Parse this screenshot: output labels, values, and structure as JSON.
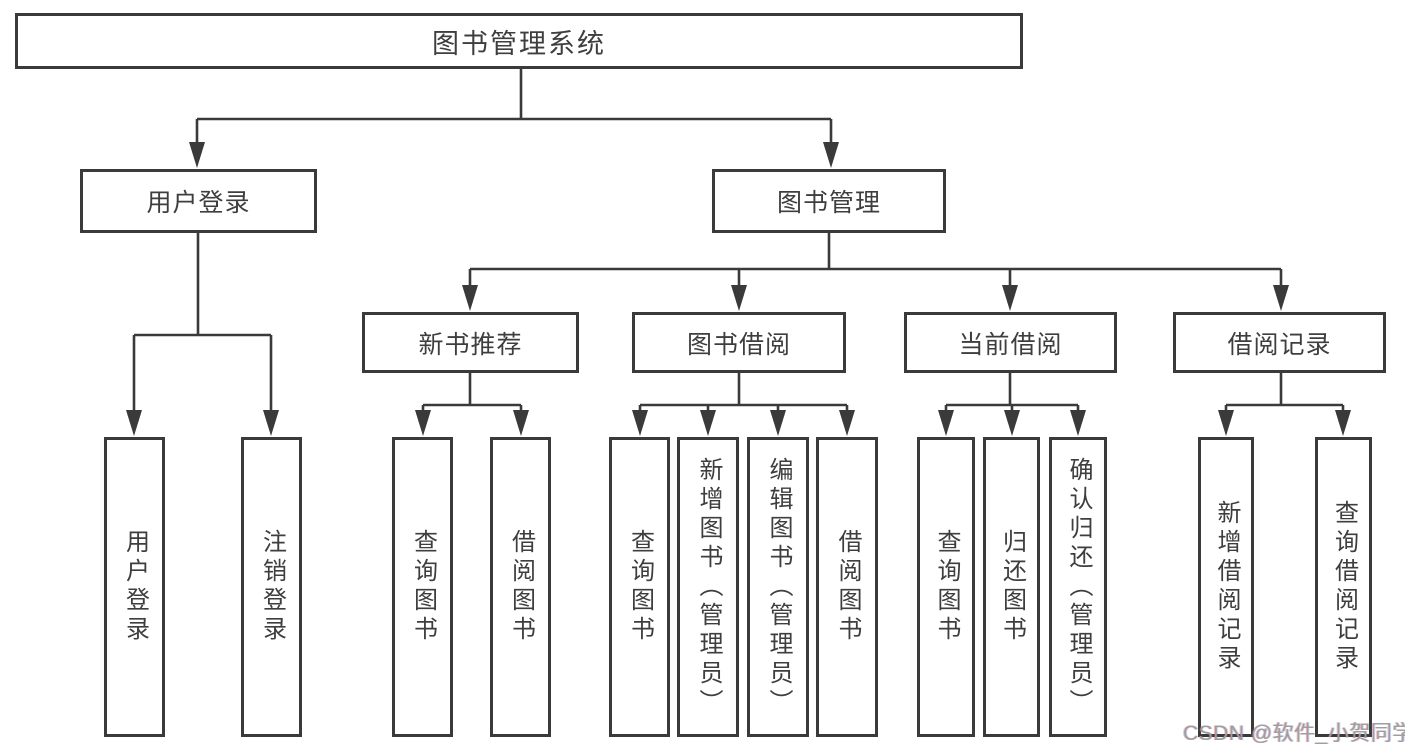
{
  "watermark": {
    "text": "CSDN @软件_小贺同学"
  },
  "colors": {
    "line": "#3a3a3a",
    "box_border": "#3a3a3a",
    "box_fill": "#ffffff",
    "text": "#3e3e3e",
    "watermark": "#9e9e9e"
  },
  "tree": {
    "label": "图书管理系统",
    "children": [
      {
        "label": "用户登录",
        "children": [
          {
            "label": "用户登录"
          },
          {
            "label": "注销登录"
          }
        ]
      },
      {
        "label": "图书管理",
        "children": [
          {
            "label": "新书推荐",
            "children": [
              {
                "label": "查询图书"
              },
              {
                "label": "借阅图书"
              }
            ]
          },
          {
            "label": "图书借阅",
            "children": [
              {
                "label": "查询图书"
              },
              {
                "label": "新增图书（管理员）"
              },
              {
                "label": "编辑图书（管理员）"
              },
              {
                "label": "借阅图书"
              }
            ]
          },
          {
            "label": "当前借阅",
            "children": [
              {
                "label": "查询图书"
              },
              {
                "label": "归还图书"
              },
              {
                "label": "确认归还（管理员）"
              }
            ]
          },
          {
            "label": "借阅记录",
            "children": [
              {
                "label": "新增借阅记录"
              },
              {
                "label": "查询借阅记录"
              }
            ]
          }
        ]
      }
    ]
  }
}
